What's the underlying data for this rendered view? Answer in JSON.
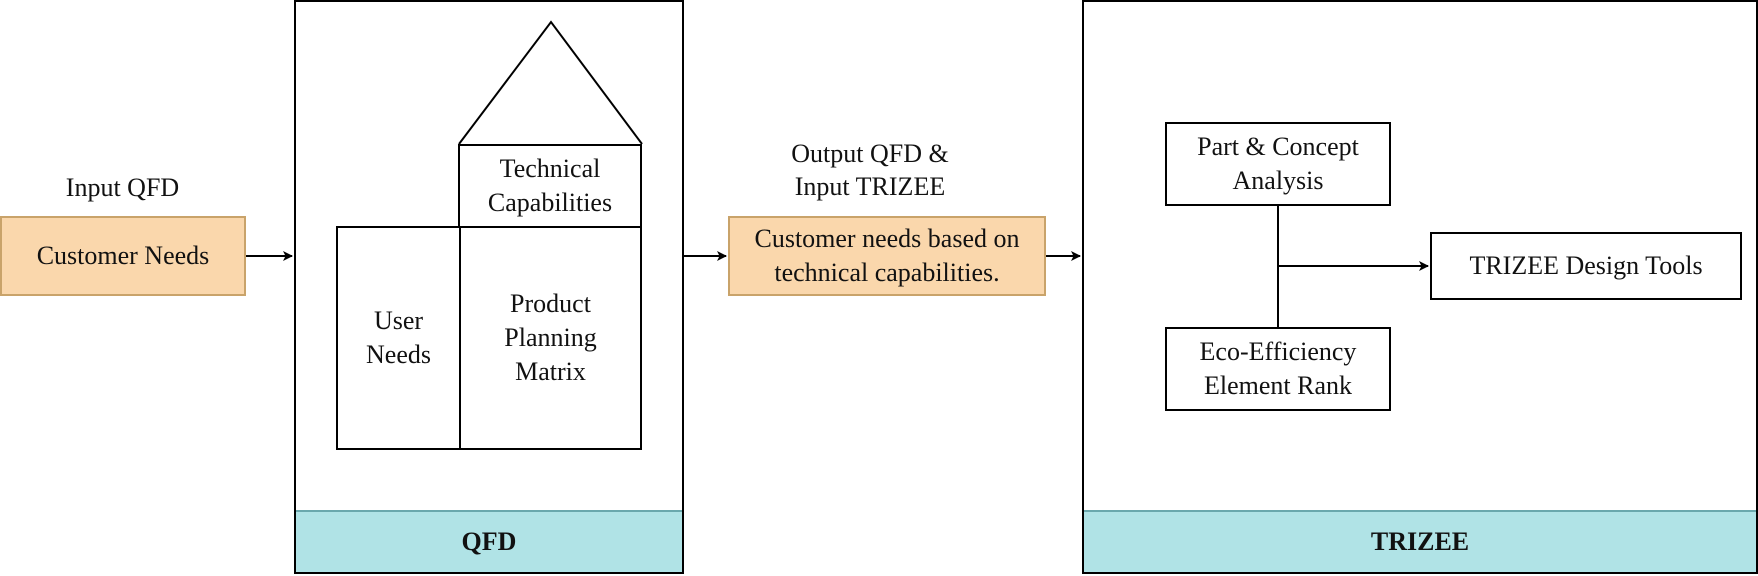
{
  "input_label": "Input QFD",
  "customer_needs": "Customer Needs",
  "qfd": {
    "footer": "QFD",
    "technical_capabilities": "Technical Capabilities",
    "user_needs": "User Needs",
    "planning_matrix": "Product Planning Matrix"
  },
  "output_label": "Output QFD & Input TRIZEE",
  "output_box": "Customer needs based on technical capabilities.",
  "trizee": {
    "footer": "TRIZEE",
    "part_concept": "Part & Concept Analysis",
    "eco_efficiency": "Eco-Efficiency Element Rank",
    "design_tools": "TRIZEE Design Tools"
  },
  "colors": {
    "input_fill": "#fad7ac",
    "footer_fill": "#b0e3e6"
  }
}
